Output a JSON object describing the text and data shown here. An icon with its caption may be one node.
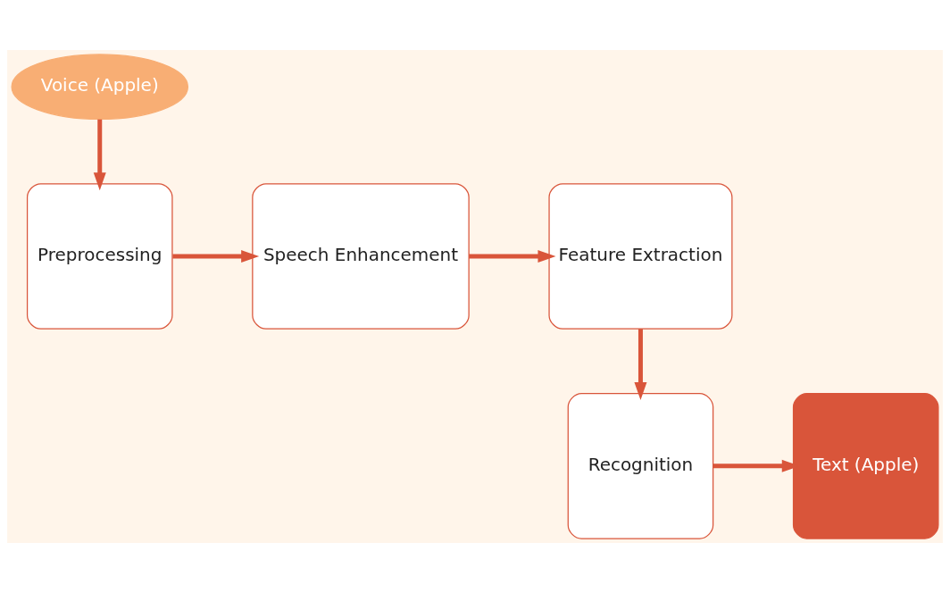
{
  "diagram": {
    "nodes": [
      {
        "text": [
          "Voice (Apple)"
        ]
      },
      {
        "text": [
          "Preprocessing"
        ]
      },
      {
        "text": [
          "Speech Enhancement"
        ]
      },
      {
        "text": [
          "Feature Extraction"
        ]
      },
      {
        "text": [
          "Recognition"
        ]
      },
      {
        "text": [
          "Text (Apple)"
        ]
      }
    ],
    "edges": [
      {
        "from": 0,
        "to": 1,
        "arrow": "to"
      },
      {
        "from": 1,
        "to": 2,
        "arrow": "to"
      },
      {
        "from": 2,
        "to": 3,
        "arrow": "to"
      },
      {
        "from": 3,
        "to": 4,
        "arrow": "to"
      },
      {
        "from": 4,
        "to": 5,
        "arrow": "to"
      }
    ]
  }
}
